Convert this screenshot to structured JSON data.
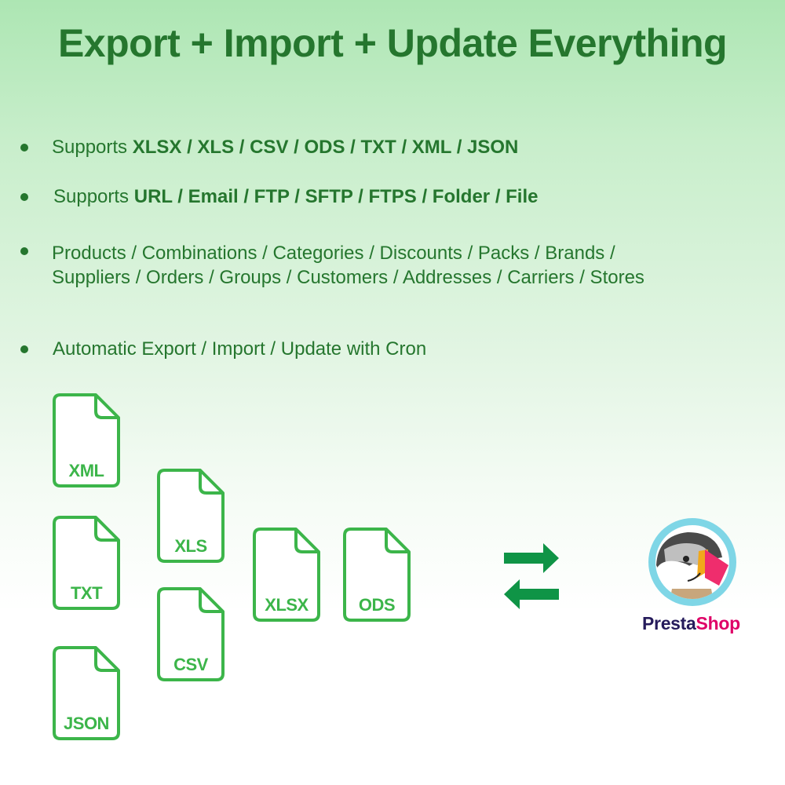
{
  "title": "Export + Import + Update Everything",
  "bullets": [
    {
      "prefix": "Supports ",
      "bold": "XLSX / XLS / CSV / ODS / TXT / XML / JSON"
    },
    {
      "prefix": "Supports ",
      "bold": "URL / Email / FTP / SFTP / FTPS / Folder / File"
    },
    {
      "text": "Products / Combinations / Categories / Discounts / Packs / Brands / Suppliers / Orders / Groups / Customers / Addresses / Carriers / Stores"
    },
    {
      "text": "Automatic Export / Import / Update with Cron"
    }
  ],
  "files": [
    {
      "label": "XML"
    },
    {
      "label": "TXT"
    },
    {
      "label": "JSON"
    },
    {
      "label": "XLS"
    },
    {
      "label": "CSV"
    },
    {
      "label": "XLSX"
    },
    {
      "label": "ODS"
    }
  ],
  "brand": {
    "part1": "Presta",
    "part2": "Shop"
  },
  "colors": {
    "title": "#25762e",
    "file_icon": "#3cb54a",
    "arrows": "#0f9446",
    "brand_dark": "#251b5b",
    "brand_pink": "#df0067",
    "logo_ring": "#7fd6e6"
  }
}
